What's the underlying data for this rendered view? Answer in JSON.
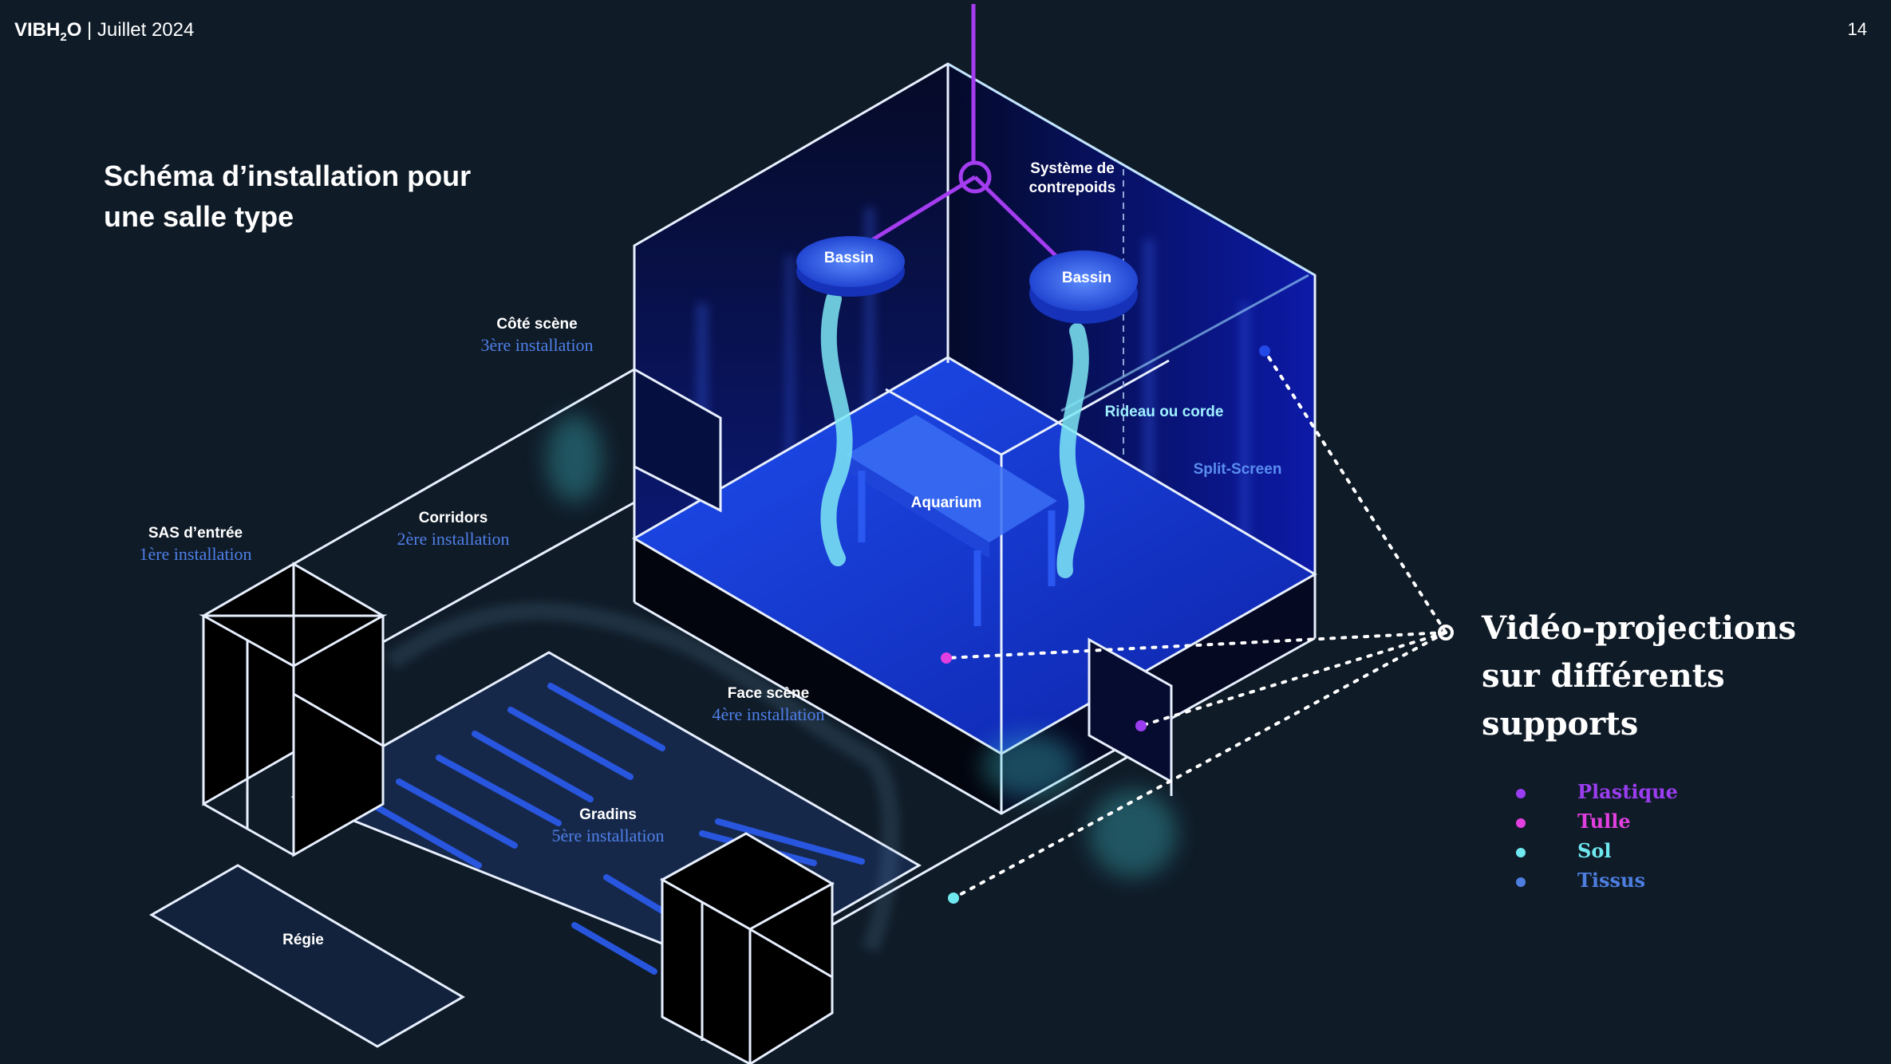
{
  "header": {
    "brand_main": "VIBH",
    "brand_sub": "2",
    "brand_end": "O",
    "date": "| Juillet 2024",
    "page_number": "14"
  },
  "title": "Schéma d’installation pour une salle type",
  "labels": {
    "sas": {
      "name": "SAS d’entrée",
      "installation": "1ère installation"
    },
    "corridors": {
      "name": "Corridors",
      "installation": "2ère installation"
    },
    "cote_scene": {
      "name": "Côté scène",
      "installation": "3ère installation"
    },
    "face_scene": {
      "name": "Face scène",
      "installation": "4ère installation"
    },
    "gradins": {
      "name": "Gradins",
      "installation": "5ère installation"
    },
    "regie": "Régie",
    "contrepoids": "Système de contrepoids",
    "bassin_left": "Bassin",
    "bassin_right": "Bassin",
    "rideau": "Rideau ou corde",
    "split_screen": "Split-Screen",
    "aquarium": "Aquarium"
  },
  "projection": {
    "title": "Vidéo-projections sur différents supports",
    "legend": [
      {
        "label": "Plastique",
        "color": "#9b3df0"
      },
      {
        "label": "Tulle",
        "color": "#e23fe0"
      },
      {
        "label": "Sol",
        "color": "#6fe8f0"
      },
      {
        "label": "Tissus",
        "color": "#4d7ee0"
      }
    ]
  },
  "colors": {
    "background": "#0f1b27",
    "accent_blue": "#4f7fe8",
    "cyan": "#7ee8f5",
    "stage_blue": "#1436d8"
  }
}
